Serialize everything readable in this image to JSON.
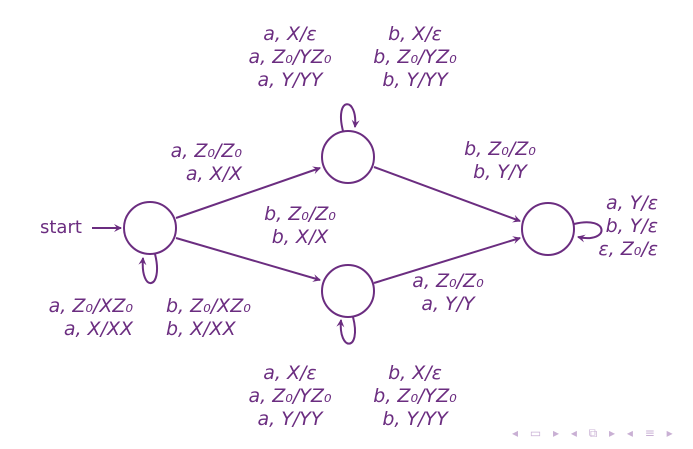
{
  "start_label": "start",
  "color": "#6b2d80",
  "transitions": {
    "q1_loop": {
      "col1": [
        "a, X/ε",
        "a, Z₀/YZ₀",
        "a, Y/YY"
      ],
      "col2": [
        "b, X/ε",
        "b, Z₀/YZ₀",
        "b, Y/YY"
      ]
    },
    "q0_to_q1": [
      "a, Z₀/Z₀",
      "a, X/X"
    ],
    "q0_to_q2": [
      "b, Z₀/Z₀",
      "b, X/X"
    ],
    "q1_to_q3": [
      "b, Z₀/Z₀",
      "b, Y/Y"
    ],
    "q2_to_q3": [
      "a, Z₀/Z₀",
      "a, Y/Y"
    ],
    "q3_loop": [
      "a, Y/ε",
      "b, Y/ε",
      "ε, Z₀/ε"
    ],
    "q0_loop": {
      "col1": [
        "a, Z₀/XZ₀",
        "a, X/XX"
      ],
      "col2": [
        "b, Z₀/XZ₀",
        "b, X/XX"
      ]
    },
    "q2_loop": {
      "col1": [
        "a, X/ε",
        "a, Z₀/YZ₀",
        "a, Y/YY"
      ],
      "col2": [
        "b, X/ε",
        "b, Z₀/YZ₀",
        "b, Y/YY"
      ]
    }
  },
  "nav": "◂ ▭ ▸ ◂ ⧉ ▸ ◂ ≡ ▸"
}
